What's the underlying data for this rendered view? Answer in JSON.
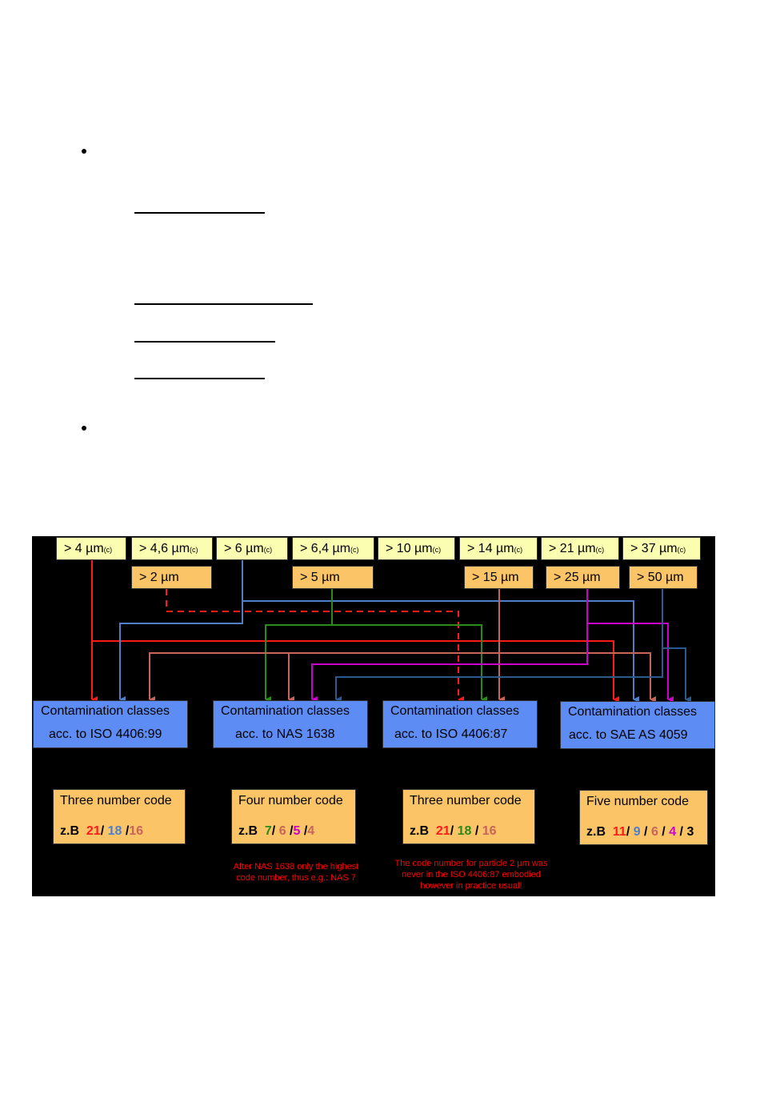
{
  "sizes_iso_ref": [
    {
      "label": "> 4 µm",
      "sub": "(c)"
    },
    {
      "label": "> 4,6 µm",
      "sub": "(c)"
    },
    {
      "label": "> 6 µm",
      "sub": "(c)"
    },
    {
      "label": "> 6,4 µm",
      "sub": "(c)"
    },
    {
      "label": "> 10 µm",
      "sub": "(c)"
    },
    {
      "label": "> 14 µm",
      "sub": "(c)"
    },
    {
      "label": "> 21 µm",
      "sub": "(c)"
    },
    {
      "label": "> 37 µm",
      "sub": "(c)"
    }
  ],
  "sizes_old": [
    "> 2 µm",
    "> 5 µm",
    "> 15 µm",
    "> 25 µm",
    "> 50 µm"
  ],
  "standards": [
    {
      "line1": "Contamination classes",
      "line2": "acc.  to ISO 4406:99"
    },
    {
      "line1": "Contamination classes",
      "line2": "acc.  to NAS 1638"
    },
    {
      "line1": "Contamination classes",
      "line2": "acc.  to ISO 4406:87"
    },
    {
      "line1": "Contamination classes",
      "line2": "acc.  to SAE AS 4059"
    }
  ],
  "codes": [
    {
      "title": "Three number code",
      "prefix": "z.B",
      "parts": [
        {
          "t": "21",
          "c": "#ff1a1a"
        },
        {
          "t": "/ ",
          "c": "#000000"
        },
        {
          "t": "18",
          "c": "#4f7fc8"
        },
        {
          "t": " /",
          "c": "#000000"
        },
        {
          "t": "16",
          "c": "#c8645a"
        }
      ]
    },
    {
      "title": "Four number code",
      "prefix": "z.B",
      "parts": [
        {
          "t": "7",
          "c": "#2a8a1a"
        },
        {
          "t": "/ ",
          "c": "#000000"
        },
        {
          "t": "6",
          "c": "#c8645a"
        },
        {
          "t": " /",
          "c": "#000000"
        },
        {
          "t": "5",
          "c": "#cc00cc"
        },
        {
          "t": " /",
          "c": "#000000"
        },
        {
          "t": "4",
          "c": "#c8645a"
        }
      ]
    },
    {
      "title": "Three number code",
      "prefix": "z.B",
      "parts": [
        {
          "t": "21",
          "c": "#ff1a1a"
        },
        {
          "t": "/ ",
          "c": "#000000"
        },
        {
          "t": "18",
          "c": "#2a8a1a"
        },
        {
          "t": " / ",
          "c": "#000000"
        },
        {
          "t": "16",
          "c": "#c8645a"
        }
      ]
    },
    {
      "title": "Five number code",
      "prefix": "z.B",
      "parts": [
        {
          "t": "11",
          "c": "#ff1a1a"
        },
        {
          "t": "/ ",
          "c": "#000000"
        },
        {
          "t": "9",
          "c": "#4f7fc8"
        },
        {
          "t": " / ",
          "c": "#000000"
        },
        {
          "t": "6",
          "c": "#c8645a"
        },
        {
          "t": " / ",
          "c": "#000000"
        },
        {
          "t": "4",
          "c": "#cc00cc"
        },
        {
          "t": " / ",
          "c": "#000000"
        },
        {
          "t": "3",
          "c": "#000000"
        }
      ]
    }
  ],
  "notes": {
    "nas": "After NAS 1638 only the highest code number, thus e.g.: NAS  7",
    "iso87": "The code number for particle 2 µm was never in the ISO 4406:87 embodied however in practice usual!"
  },
  "colors": {
    "red": "#ff1a1a",
    "blue": "#4f7fc8",
    "brown": "#c8645a",
    "green": "#2a8a1a",
    "magenta": "#cc00cc",
    "navy": "#2a5a90",
    "size_box": "#fbfdb0",
    "alt_box": "#fbc466",
    "standard_box": "#5d8cf4",
    "note_text": "#ff0000"
  }
}
